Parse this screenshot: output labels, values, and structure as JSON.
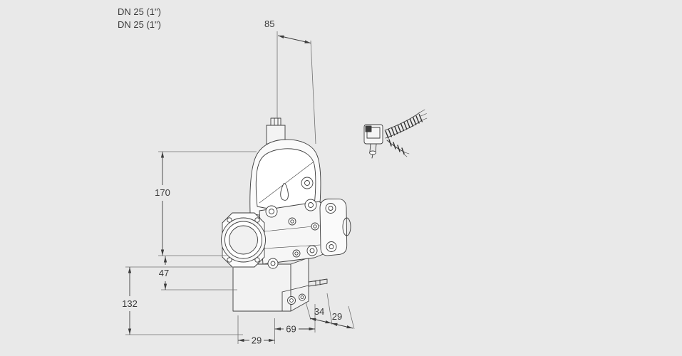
{
  "colors": {
    "background": "#e9e9e9",
    "line": "#3d3d3d",
    "text": "#3a3a3a"
  },
  "labels": {
    "dn_line1": "DN 25 (1\")",
    "dn_line2": "DN 25 (1\")"
  },
  "dimensions": {
    "top_width": "85",
    "upper_height": "170",
    "mid_height": "47",
    "lower_height": "132",
    "bottom_left_width": "29",
    "bottom_width": "69",
    "depth_inner": "34",
    "depth_outer": "29"
  },
  "figure": {
    "type": "isometric technical line drawing of a gas valve with dimension lines",
    "parts": [
      "solenoid-actuator",
      "valve-flange-body",
      "regulator-block",
      "pressure-test-nipple",
      "cable-plug-connector"
    ]
  }
}
